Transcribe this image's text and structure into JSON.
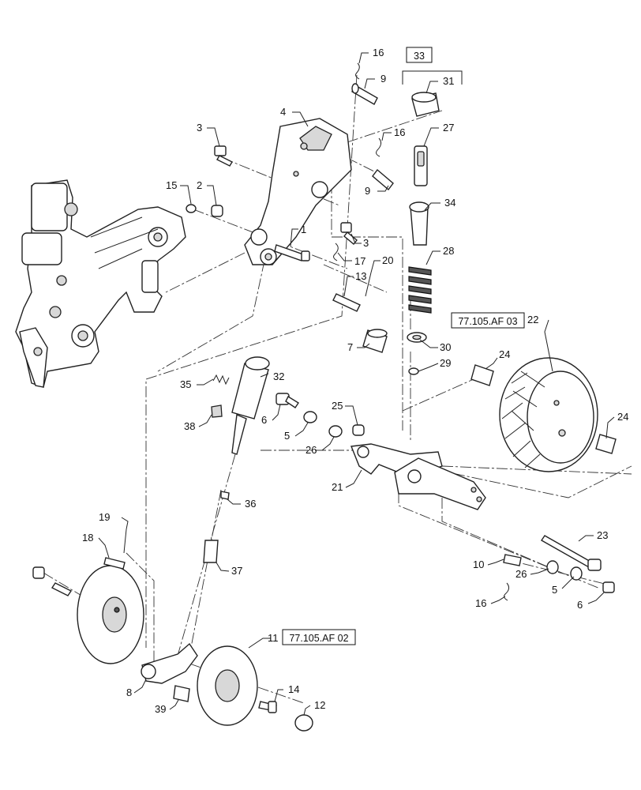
{
  "reference_boxes": [
    {
      "id": "ref-33",
      "label": "33"
    },
    {
      "id": "ref-af03",
      "label": "77.105.AF 03"
    },
    {
      "id": "ref-af02",
      "label": "77.105.AF 02"
    }
  ],
  "callouts": [
    {
      "id": "c16a",
      "label": "16"
    },
    {
      "id": "c9a",
      "label": "9"
    },
    {
      "id": "c31",
      "label": "31"
    },
    {
      "id": "c4",
      "label": "4"
    },
    {
      "id": "c3a",
      "label": "3"
    },
    {
      "id": "c16b",
      "label": "16"
    },
    {
      "id": "c27",
      "label": "27"
    },
    {
      "id": "c9b",
      "label": "9"
    },
    {
      "id": "c15",
      "label": "15"
    },
    {
      "id": "c2",
      "label": "2"
    },
    {
      "id": "c34",
      "label": "34"
    },
    {
      "id": "c1",
      "label": "1"
    },
    {
      "id": "c3b",
      "label": "3"
    },
    {
      "id": "c17",
      "label": "17"
    },
    {
      "id": "c20",
      "label": "20"
    },
    {
      "id": "c28",
      "label": "28"
    },
    {
      "id": "c13",
      "label": "13"
    },
    {
      "id": "c22",
      "label": "22"
    },
    {
      "id": "c7",
      "label": "7"
    },
    {
      "id": "c30",
      "label": "30"
    },
    {
      "id": "c29",
      "label": "29"
    },
    {
      "id": "c24a",
      "label": "24"
    },
    {
      "id": "c35",
      "label": "35"
    },
    {
      "id": "c32",
      "label": "32"
    },
    {
      "id": "c6a",
      "label": "6"
    },
    {
      "id": "c25",
      "label": "25"
    },
    {
      "id": "c24b",
      "label": "24"
    },
    {
      "id": "c38",
      "label": "38"
    },
    {
      "id": "c5a",
      "label": "5"
    },
    {
      "id": "c26a",
      "label": "26"
    },
    {
      "id": "c21",
      "label": "21"
    },
    {
      "id": "c36",
      "label": "36"
    },
    {
      "id": "c19",
      "label": "19"
    },
    {
      "id": "c23",
      "label": "23"
    },
    {
      "id": "c18",
      "label": "18"
    },
    {
      "id": "c37",
      "label": "37"
    },
    {
      "id": "c10",
      "label": "10"
    },
    {
      "id": "c26b",
      "label": "26"
    },
    {
      "id": "c5b",
      "label": "5"
    },
    {
      "id": "c16c",
      "label": "16"
    },
    {
      "id": "c6b",
      "label": "6"
    },
    {
      "id": "c11",
      "label": "11"
    },
    {
      "id": "c8",
      "label": "8"
    },
    {
      "id": "c14",
      "label": "14"
    },
    {
      "id": "c39",
      "label": "39"
    },
    {
      "id": "c12",
      "label": "12"
    }
  ]
}
